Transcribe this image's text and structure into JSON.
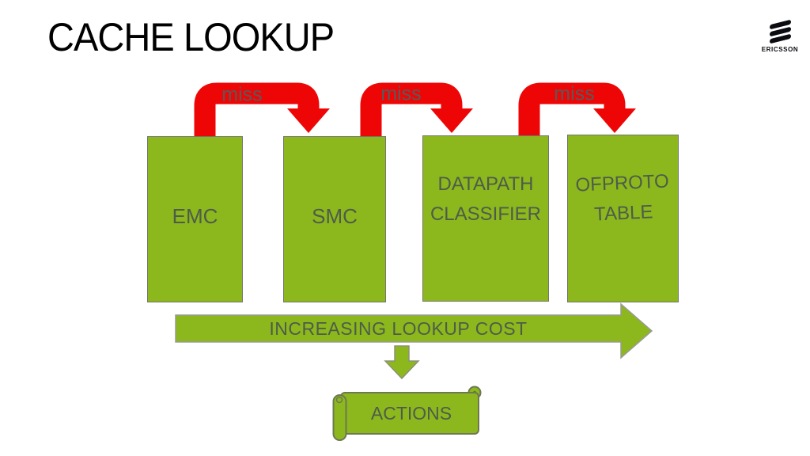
{
  "title": "CACHE LOOKUP",
  "logo": {
    "brand": "ERICSSON"
  },
  "colors": {
    "green": "#8CB81E",
    "red": "#EE0606",
    "box_text": "#4E5C49",
    "miss_text": "#595959",
    "title_text": "#000000"
  },
  "boxes": [
    {
      "label": "EMC"
    },
    {
      "label": "SMC"
    },
    {
      "label": "DATAPATH CLASSIFIER",
      "line1": "DATAPATH",
      "line2": "CLASSIFIER"
    },
    {
      "label": "OFPROTO TABLE",
      "line1": "OFPROTO",
      "line2": "TABLE"
    }
  ],
  "miss_labels": [
    "miss",
    "miss",
    "miss"
  ],
  "cost_arrow": {
    "label": "INCREASING LOOKUP COST"
  },
  "actions": {
    "label": "ACTIONS"
  }
}
